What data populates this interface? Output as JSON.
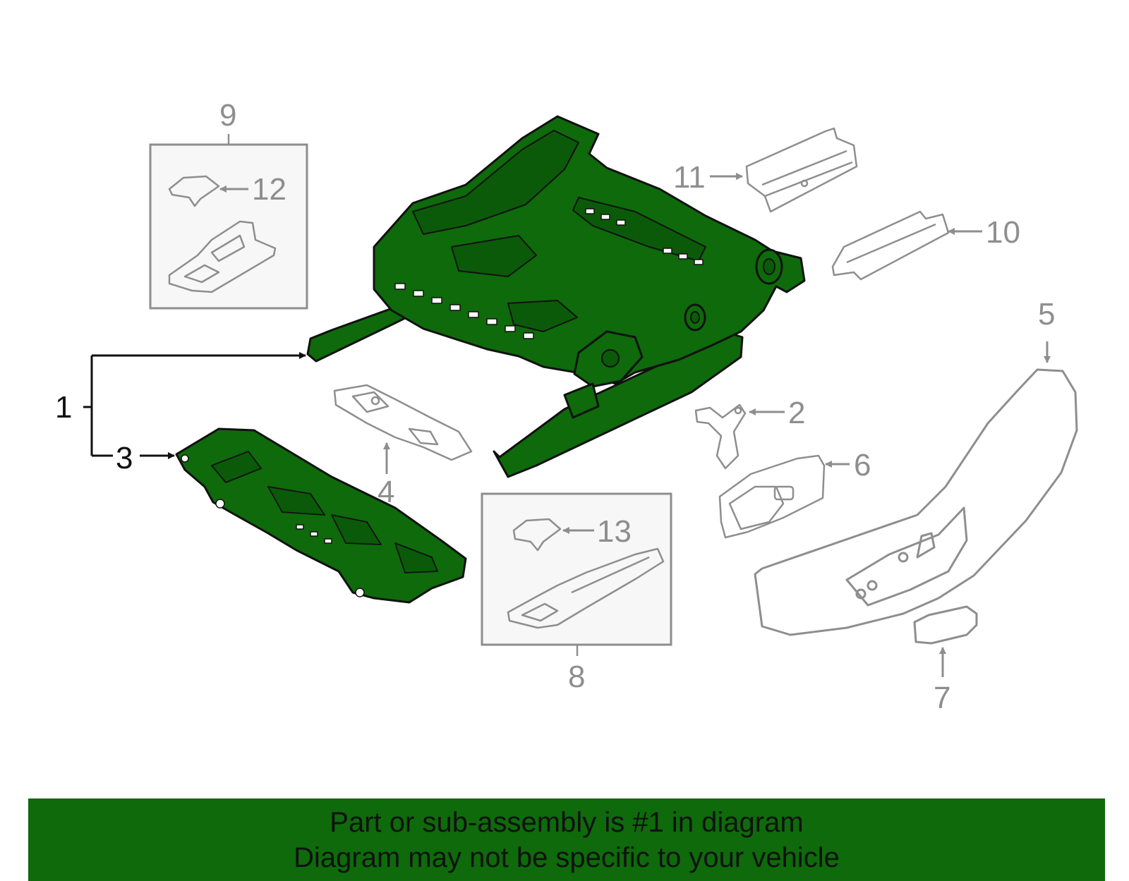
{
  "colors": {
    "highlight_fill": "#0e6a0b",
    "banner_bg": "#0e6a0b",
    "outline_dark": "#111111",
    "outline_gray": "#8e8e8e",
    "box_bg": "#f7f7f7"
  },
  "callouts": {
    "c1": "1",
    "c2": "2",
    "c3": "3",
    "c4": "4",
    "c5": "5",
    "c6": "6",
    "c7": "7",
    "c8": "8",
    "c9": "9",
    "c10": "10",
    "c11": "11",
    "c12": "12",
    "c13": "13"
  },
  "banner": {
    "line1": "Part or sub-assembly is #1 in diagram",
    "line2": "Diagram may not be specific to your vehicle"
  }
}
